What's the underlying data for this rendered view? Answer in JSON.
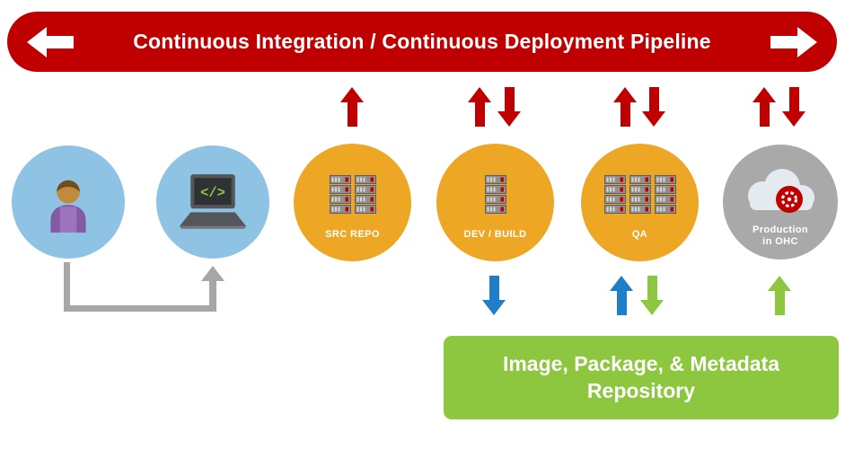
{
  "banner": {
    "title": "Continuous Integration / Continuous Deployment Pipeline",
    "background_color": "#c00000",
    "text_color": "#ffffff",
    "left_icon": "arrow-left-icon",
    "right_icon": "arrow-right-icon"
  },
  "nodes": {
    "developer": {
      "icon": "person-icon",
      "circle_color": "#8fc3e4"
    },
    "workstation": {
      "icon": "laptop-code-icon",
      "circle_color": "#8fc3e4",
      "code_glyph": "</>"
    },
    "src_repo": {
      "label": "SRC REPO",
      "icon": "server-rack-icon",
      "circle_color": "#eea724"
    },
    "dev_build": {
      "label": "DEV / BUILD",
      "icon": "server-rack-icon",
      "circle_color": "#eea724"
    },
    "qa": {
      "label": "QA",
      "icon": "server-rack-icon",
      "circle_color": "#eea724"
    },
    "production": {
      "label": "Production in OHC",
      "icon": "cloud-openshift-icon",
      "circle_color": "#a9a9a9"
    }
  },
  "repository": {
    "label": "Image, Package, & Metadata Repository",
    "background_color": "#8dc63f",
    "text_color": "#ffffff"
  },
  "flow_arrows": {
    "src_repo_top": [
      "red-up"
    ],
    "dev_build_top": [
      "red-up",
      "red-down"
    ],
    "qa_top": [
      "red-up",
      "red-down"
    ],
    "production_top": [
      "red-up",
      "red-down"
    ],
    "dev_build_bottom": [
      "blue-down"
    ],
    "qa_bottom": [
      "blue-up",
      "green-down"
    ],
    "production_bottom": [
      "green-up"
    ],
    "developer_to_workstation": "gray-elbow-up-arrow"
  },
  "arrow_colors": {
    "red": "#c00000",
    "blue": "#1f7ec7",
    "green": "#8dc63f",
    "gray": "#a7a7a8",
    "white": "#ffffff"
  }
}
